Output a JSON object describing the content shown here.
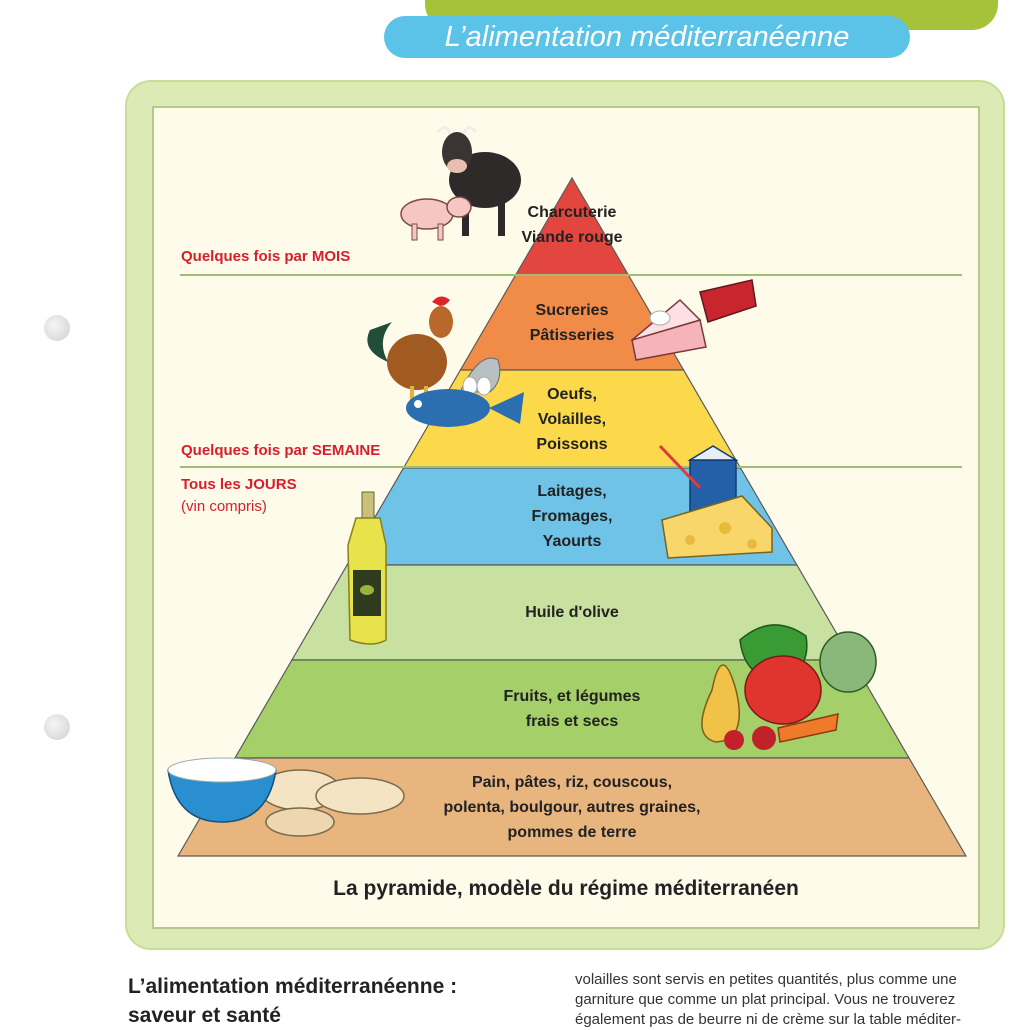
{
  "header": {
    "subtitle": "L’alimentation méditerranéenne"
  },
  "pyramid": {
    "levels": [
      {
        "lines": [
          "Charcuterie",
          "Viande rouge"
        ],
        "color": "#e2463f"
      },
      {
        "lines": [
          "Sucreries",
          "Pâtisseries"
        ],
        "color": "#f08c47"
      },
      {
        "lines": [
          "Oeufs,",
          "Volailles,",
          "Poissons"
        ],
        "color": "#fbd94b"
      },
      {
        "lines": [
          "Laitages,",
          "Fromages,",
          "Yaourts"
        ],
        "color": "#6fc3e6"
      },
      {
        "lines": [
          "Huile d'olive"
        ],
        "color": "#c8e0a0"
      },
      {
        "lines": [
          "Fruits, et légumes",
          "frais et secs"
        ],
        "color": "#a5cf68"
      },
      {
        "lines": [
          "Pain, pâtes, riz, couscous,",
          "polenta, boulgour, autres graines,",
          "pommes de terre"
        ],
        "color": "#e8b57f"
      }
    ],
    "frequencies": {
      "monthly": "Quelques fois par MOIS",
      "weekly": "Quelques fois par SEMAINE",
      "daily": "Tous les JOURS",
      "daily_note": "(vin compris)"
    },
    "caption": "La pyramide, modèle du régime méditerranéen"
  },
  "illustrations": [
    "cow-icon",
    "pig-icon",
    "rooster-icon",
    "fish-icon",
    "eggs-icon",
    "cake-icon",
    "milk-carton-icon",
    "cheese-icon",
    "olive-oil-bottle-icon",
    "vegetables-icon",
    "bread-icon",
    "flour-bowl-icon"
  ],
  "article": {
    "heading_lines": [
      "L’alimentation  méditerranéenne :",
      "saveur et santé"
    ],
    "body_lines": [
      "volailles sont servis en petites quantités, plus comme une",
      "garniture que comme un plat principal. Vous ne trouverez",
      "également pas de beurre ni de crème sur la table méditer-"
    ]
  },
  "colors": {
    "accent_green": "#a5c239",
    "accent_blue": "#5cc3e8",
    "frequency_red": "#d81e2c"
  }
}
